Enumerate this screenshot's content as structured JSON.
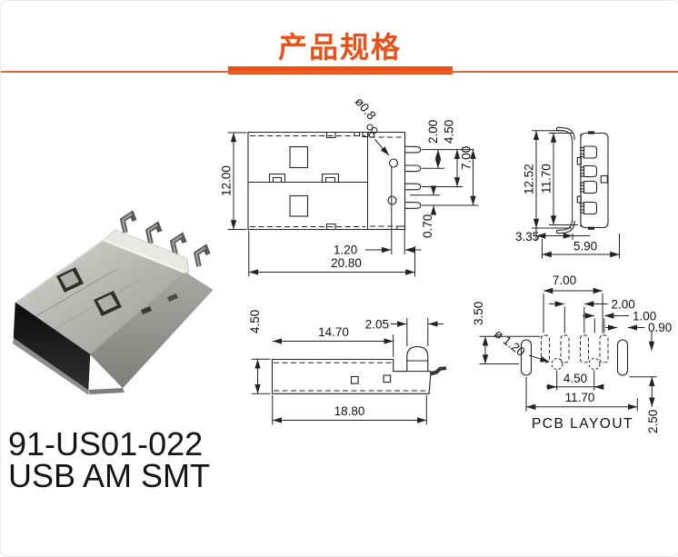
{
  "header": {
    "title": "产品规格"
  },
  "product": {
    "part_number": "91-US01-022",
    "name": "USB AM SMT"
  },
  "colors": {
    "accent": "#e8521a",
    "line": "#222222"
  },
  "top_view": {
    "height": "12.00",
    "hole_dia": "ø0.8",
    "pin_pitch": "2.00",
    "dim_450": "4.50",
    "dim_700": "7.00",
    "dim_070": "0.70",
    "dim_120": "1.20",
    "length": "20.80"
  },
  "front_view": {
    "outer_height": "12.52",
    "inner_height": "11.70",
    "dim_335": "3.35",
    "width": "5.90"
  },
  "side_view": {
    "height": "4.50",
    "dim_1470": "14.70",
    "dim_205": "2.05",
    "length": "18.80"
  },
  "pcb_layout": {
    "label": "PCB LAYOUT",
    "dim_700": "7.00",
    "dim_200": "2.00",
    "dim_100": "1.00",
    "dim_090": "0.90",
    "dim_350": "3.50",
    "hole_dia": "ø 1.20",
    "dim_450": "4.50",
    "dim_1170": "11.70",
    "dim_250": "2.50"
  }
}
